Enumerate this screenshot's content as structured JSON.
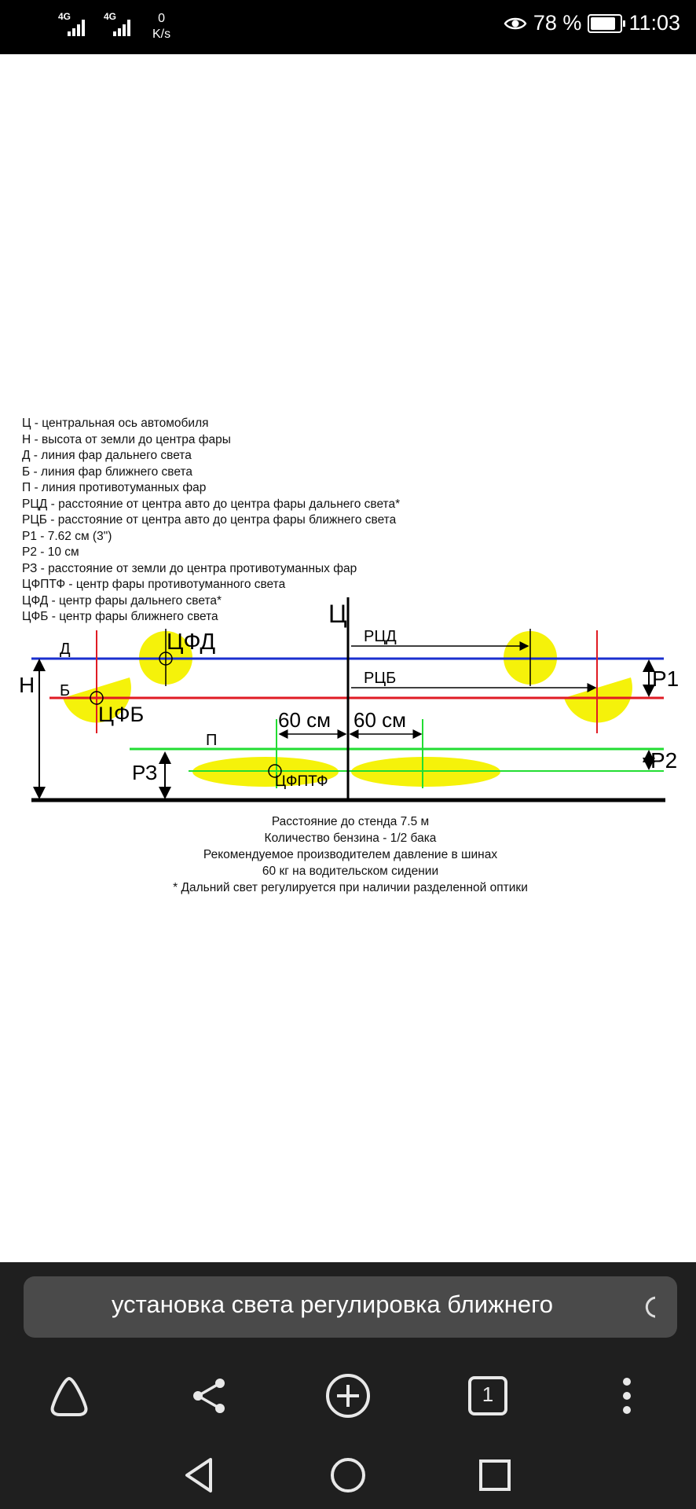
{
  "status_bar": {
    "sim1_type": "4G",
    "sim2_type": "4G",
    "net_speed_value": "0",
    "net_speed_unit": "K/s",
    "battery": "78 %",
    "time": "11:03",
    "icons": [
      "signal-icon",
      "eye-comfort-icon",
      "battery-icon"
    ]
  },
  "diagram": {
    "legend": [
      "Ц - центральная ось автомобиля",
      "Н - высота от земли до центра фары",
      "Д - линия фар дальнего света",
      "Б - линия фар ближнего света",
      "П - линия противотуманных фар",
      "РЦД - расстояние от центра авто до центра фары дальнего света*",
      "РЦБ - расстояние от центра авто до центра фары ближнего света",
      "Р1 - 7.62 см (3\")",
      "Р2 - 10 см",
      "РЗ - расстояние от земли до центра противотуманных фар",
      "ЦФПТФ - центр фары противотуманного света",
      "ЦФД - центр фары дальнего света*",
      "ЦФБ - центр фары ближнего света"
    ],
    "labels": {
      "center": "Ц",
      "height": "Н",
      "high_line": "Д",
      "low_line": "Б",
      "fog_line": "П",
      "high_center": "ЦФД",
      "low_center": "ЦФБ",
      "rcd": "РЦД",
      "rcb": "РЦБ",
      "p1": "Р1",
      "p2": "Р2",
      "p3": "РЗ",
      "fog_center": "ЦФПТФ",
      "left_60": "60 см",
      "right_60": "60 см"
    },
    "notes": [
      "Расстояние до стенда 7.5 м",
      "Количество бензина - 1/2 бака",
      "Рекомендуемое производителем давление в шинах",
      "60 кг на водительском сидении",
      "* Дальний свет регулируется при наличии разделенной оптики"
    ],
    "colors": {
      "high_beam": "#1a2fcf",
      "low_beam": "#e01b24",
      "fog": "#22dd33",
      "spot": "#f5f20a"
    }
  },
  "browser": {
    "url_text": "установка света регулировка ближнего",
    "reload_icon": "reload-icon",
    "toolbar": [
      "home-icon",
      "share-icon",
      "new-tab-icon",
      "tabs-icon",
      "menu-icon"
    ],
    "tabs_count": "1"
  },
  "nav": [
    "back-icon",
    "home-circle-icon",
    "recents-icon"
  ]
}
